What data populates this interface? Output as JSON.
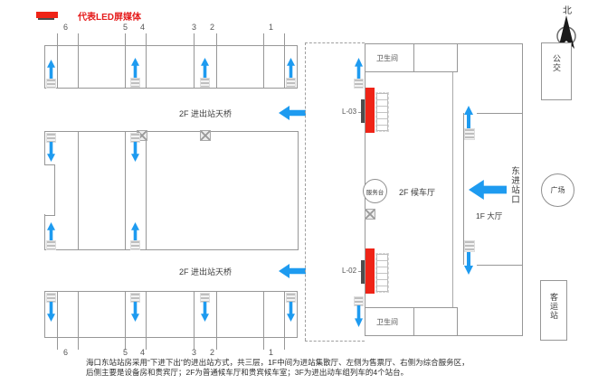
{
  "legend": {
    "label": "代表LED屏媒体"
  },
  "compass": {
    "north_label": "北"
  },
  "right_side": {
    "bus": "公交",
    "plaza": "广场",
    "coach_station": "客运站"
  },
  "building": {
    "restroom_top": "卫生间",
    "restroom_bottom": "卫生间",
    "waiting_hall_2f": "2F  候车厅",
    "hall_1f": "1F 大厅",
    "service_desk": "服务台",
    "east_entrance": "东进站口",
    "led_screen_top": "L-03",
    "led_screen_bottom": "L-02"
  },
  "bridges": {
    "top_label": "2F 进出站天桥",
    "bottom_label": "2F 进出站天桥"
  },
  "platforms": {
    "top_numbers": [
      "6",
      "5",
      "4",
      "3",
      "2",
      "1"
    ],
    "bottom_numbers": [
      "6",
      "5",
      "4",
      "3",
      "2",
      "1"
    ]
  },
  "footnote": {
    "line1": "海口东站站房采用“下进下出”的进出站方式，共三层，1F中间为进站集散厅、左侧为售票厅、右侧为综合服务区，",
    "line2": "后侧主要是设备房和贵宾厅；2F为普通候车厅和贵宾候车室；3F为进出动车组列车的4个站台。"
  },
  "colors": {
    "accent_blue": "#1E9BF0",
    "led_red": "#EF2417",
    "wall_gray": "#979797"
  }
}
